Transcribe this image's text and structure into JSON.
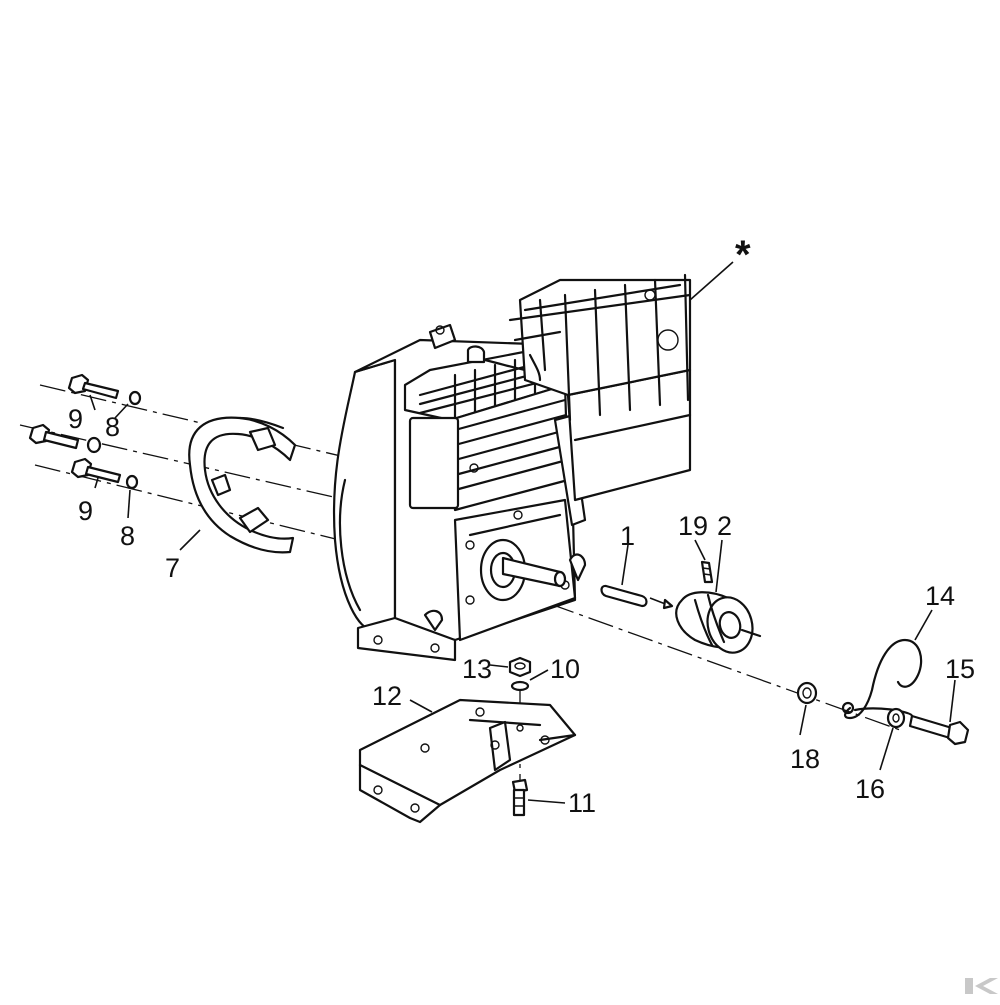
{
  "labels": {
    "star": "*",
    "p1": "1",
    "p2": "2",
    "p7": "7",
    "p8a": "8",
    "p8b": "8",
    "p9a": "9",
    "p9b": "9",
    "p10": "10",
    "p11": "11",
    "p12": "12",
    "p13": "13",
    "p14": "14",
    "p15": "15",
    "p16": "16",
    "p18": "18",
    "p19": "19"
  },
  "colors": {
    "ink": "#111111",
    "paper": "#ffffff",
    "corner_logo": "#c8c8c8"
  },
  "icons": {
    "corner_logo": "k-logo-icon"
  }
}
